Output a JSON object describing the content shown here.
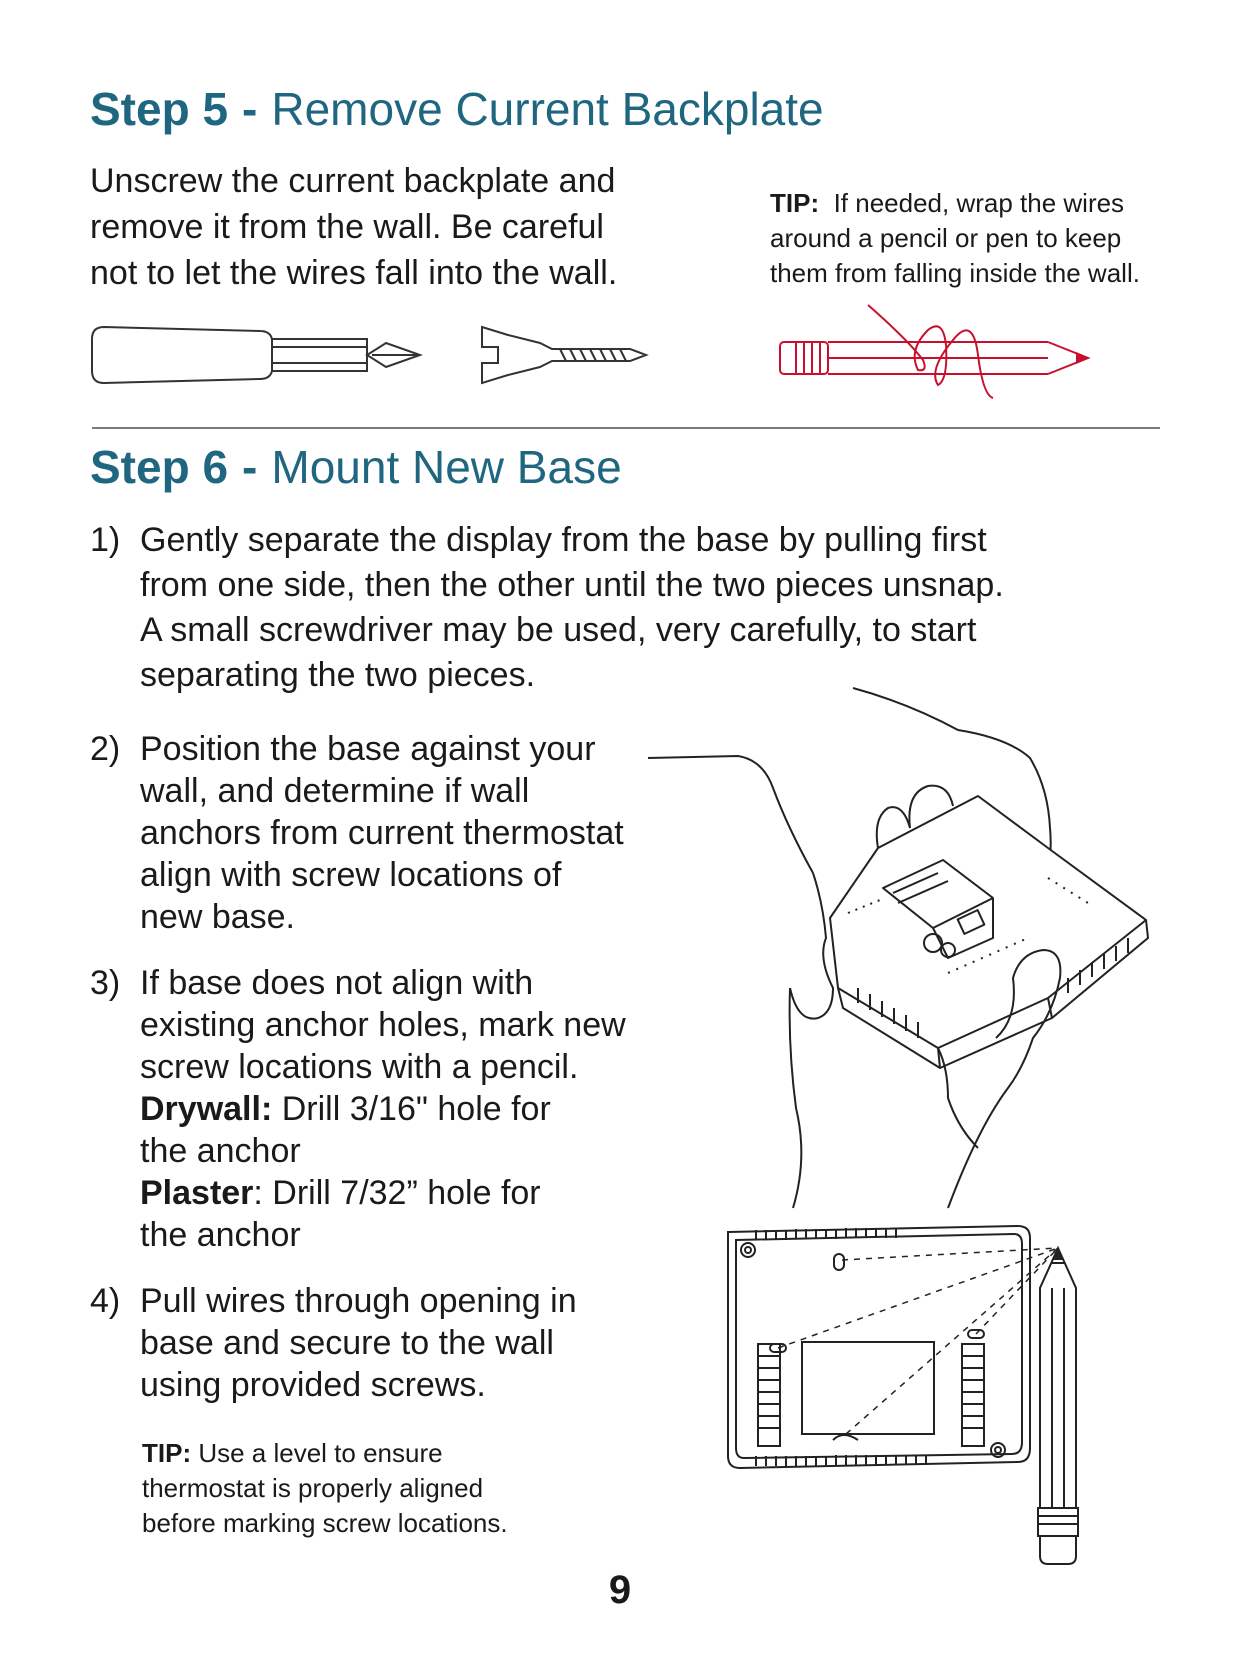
{
  "step5": {
    "step_label": "Step 5",
    "dash": "-",
    "title": "Remove Current Backplate",
    "body": [
      "Unscrew the current backplate and",
      "remove it from the wall. Be careful",
      "not to let the wires fall into the wall."
    ],
    "tip": {
      "label": "TIP:",
      "lines": [
        "If needed, wrap the wires",
        "around a pencil or pen to keep",
        "them from falling inside the wall."
      ]
    }
  },
  "step6": {
    "step_label": "Step 6",
    "dash": "-",
    "title": "Mount New Base",
    "items": [
      {
        "num": "1)",
        "lines": [
          "Gently separate the display from the base by pulling first",
          "from one side, then the other until the two pieces unsnap.",
          "A small screwdriver may be used, very carefully, to start",
          "separating the two pieces."
        ]
      },
      {
        "num": "2)",
        "lines": [
          "Position the base against your",
          "wall, and determine if wall",
          "anchors from current thermostat",
          "align with screw locations of",
          "new base."
        ]
      },
      {
        "num": "3)",
        "lines": [
          "If base does not align with",
          "existing anchor holes, mark new",
          "screw locations with a pencil."
        ],
        "drywall_label": "Drywall:",
        "drywall_text": " Drill 3/16\" hole for",
        "drywall_text2": "the anchor",
        "plaster_label": "Plaster",
        "plaster_text": ": Drill 7/32” hole for",
        "plaster_text2": "the anchor"
      },
      {
        "num": "4)",
        "lines": [
          "Pull wires through opening in",
          "base and secure to the wall",
          "using provided screws."
        ]
      }
    ],
    "tip": {
      "label": "TIP:",
      "lines": [
        "Use a level to ensure",
        "thermostat is properly aligned",
        "before marking screw locations."
      ]
    }
  },
  "page_number": "9",
  "colors": {
    "heading": "#1f6680",
    "pencil_red": "#c8102e",
    "divider": "#7a7a7a"
  },
  "icons": [
    "screwdriver-icon",
    "wall-anchor-icon",
    "pencil-wire-wrap-icon",
    "hands-holding-base-illustration",
    "base-plate-pencil-illustration"
  ]
}
